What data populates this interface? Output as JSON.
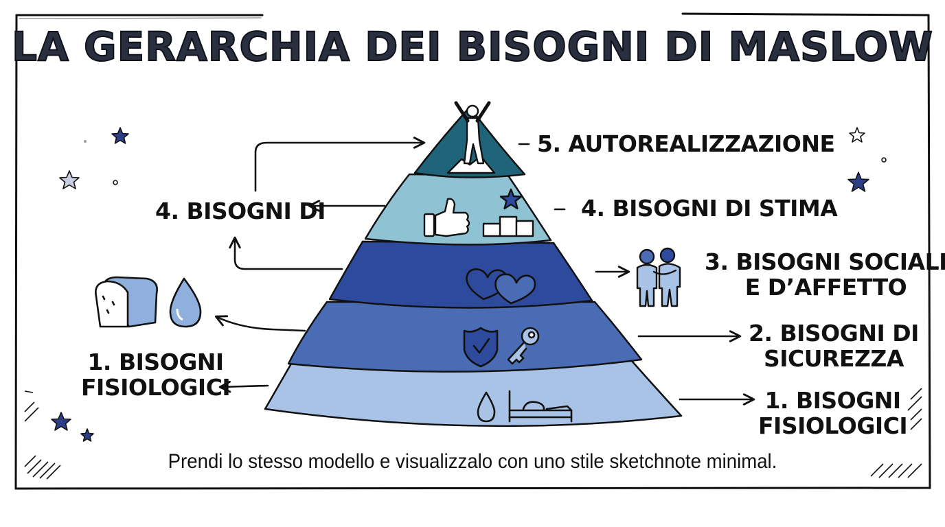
{
  "title": "LA GERARCHIA DEI BISOGNI DI MASLOW",
  "caption": "Prendi lo stesso modello e visualizzalo con uno stile sketchnote minimal.",
  "levels": [
    {
      "label": "5. AUTOREALIZZAZIONE",
      "color": "#1f6478",
      "icon": "person-raising-arms-icon"
    },
    {
      "label": "4. BISOGNI DI STIMA",
      "color": "#8fc3d3",
      "icon": "thumbs-up-icon"
    },
    {
      "label_lines": [
        "3. BISOGNI SOCIALI",
        "E D’AFFETTO"
      ],
      "color": "#2e4a9c",
      "icon": "hearts-icon"
    },
    {
      "label_lines": [
        "2. BISOGNI DI",
        "SICUREZZA"
      ],
      "color": "#4a6cb5",
      "icon": "shield-key-icon"
    },
    {
      "label_lines": [
        "1. BISOGNI",
        "FISIOLOGICI"
      ],
      "color": "#a9c3e6",
      "icon": "water-bed-icon"
    }
  ],
  "left_labels": {
    "esteem_partial": "4. BISOGNI DI",
    "physio_lines": [
      "1. BISOGNI",
      "FISIOLOGICI"
    ]
  },
  "colors": {
    "ink": "#111111",
    "star": "#2c3f86"
  }
}
